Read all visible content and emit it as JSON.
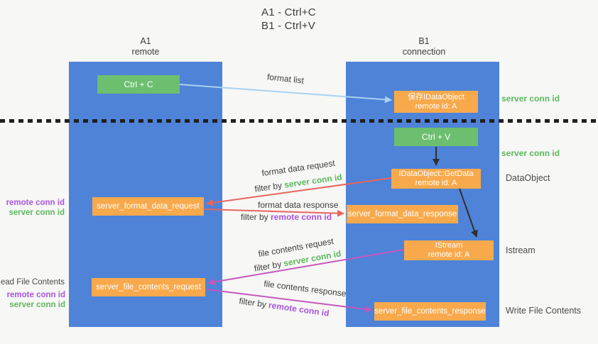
{
  "title": {
    "line1": "A1 - Ctrl+C",
    "line2": "B1 - Ctrl+V"
  },
  "lanes": {
    "a1": {
      "name": "A1",
      "subtitle": "remote"
    },
    "b1": {
      "name": "B1",
      "subtitle": "connection"
    }
  },
  "nodes": {
    "ctrl_c": {
      "label": "Ctrl + C"
    },
    "save_idataobject": {
      "line1": "保存IDataObject",
      "line2": "remote id: A"
    },
    "ctrl_v": {
      "label": "Ctrl + V"
    },
    "getdata": {
      "line1": "IDataObject::GetData",
      "line2": "remote id: A"
    },
    "format_request": {
      "label": "server_format_data_request"
    },
    "format_response": {
      "label": "server_format_data_response"
    },
    "istream": {
      "line1": "IStream",
      "line2": "remote id: A"
    },
    "file_request": {
      "label": "server_file_contents_request"
    },
    "file_response": {
      "label": "server_file_contents_response"
    }
  },
  "annotations": {
    "server_conn_id_top": "server conn id",
    "server_conn_id_mid": "server conn id",
    "dataobject": "DataObject",
    "istream": "Istream",
    "write_file_contents": "Write File Contents",
    "read_file_contents": "Read File Contents",
    "upper_remote_conn_id": "remote conn id",
    "upper_server_conn_id": "server conn id",
    "lower_remote_conn_id": "remote conn id",
    "lower_server_conn_id": "server conn id"
  },
  "arrow_labels": {
    "format_list": "format list",
    "format_data_request": "format data request",
    "format_data_response": "format data response",
    "file_contents_request": "file contents request",
    "file_contents_response": "file contents response",
    "filter_by": "filter by ",
    "filter_server_conn_id": "server conn id",
    "filter_remote_conn_id": "remote conn id"
  },
  "colors": {
    "lane_blue": "#4e83d8",
    "box_green": "#6cbf6e",
    "box_orange": "#f8a94c",
    "text_green": "#5cb85c",
    "text_purple": "#a855e0",
    "arrow_red": "#e8655e",
    "arrow_magenta": "#c558bd",
    "arrow_blue": "#a8d2f0",
    "arrow_black": "#2f2f2f"
  }
}
